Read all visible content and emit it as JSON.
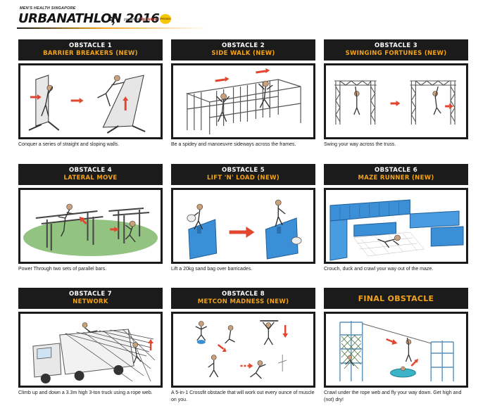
{
  "header": {
    "brand_small": "MEN'S HEALTH SINGAPORE",
    "brand_main": "URBANATHLON 2016",
    "sponsor_1": "presented by",
    "sponsor_2": "Supercar",
    "sponsor_badge": "PROMO"
  },
  "obstacles": [
    {
      "num": "OBSTACLE 1",
      "name": "BARRIER BREAKERS (NEW)",
      "caption": "Conquer a series of straight and sloping walls."
    },
    {
      "num": "OBSTACLE 2",
      "name": "SIDE WALK (NEW)",
      "caption": "Be a spidey and manoeuvre sideways across the frames."
    },
    {
      "num": "OBSTACLE 3",
      "name": "SWINGING FORTUNES (NEW)",
      "caption": "Swing your way across the truss."
    },
    {
      "num": "OBSTACLE 4",
      "name": "LATERAL MOVE",
      "caption": "Power Through two sets of parallel bars."
    },
    {
      "num": "OBSTACLE 5",
      "name": "LIFT 'N' LOAD (NEW)",
      "caption": "Lift a 20kg sand bag over barricades."
    },
    {
      "num": "OBSTACLE 6",
      "name": "MAZE RUNNER (NEW)",
      "caption": "Crouch, duck and crawl your way out of the maze."
    },
    {
      "num": "OBSTACLE 7",
      "name": "NETWORK",
      "caption": "Climb up and down a 3.3m high 3-ton truck using a rope web."
    },
    {
      "num": "OBSTACLE 8",
      "name": "METCON MADNESS (NEW)",
      "caption": "A 5-in-1 Crossfit obstacle that will work out every ounce of muscle on you."
    },
    {
      "title": "FINAL OBSTACLE",
      "caption": "Crawl under the rope web and fly your way down. Get high and (not) dry!"
    }
  ],
  "colors": {
    "accent": "#f2a31b",
    "header_bg": "#1b1b1b",
    "barricade_blue": "#3b8fd6",
    "arrow_red": "#e2462f"
  }
}
